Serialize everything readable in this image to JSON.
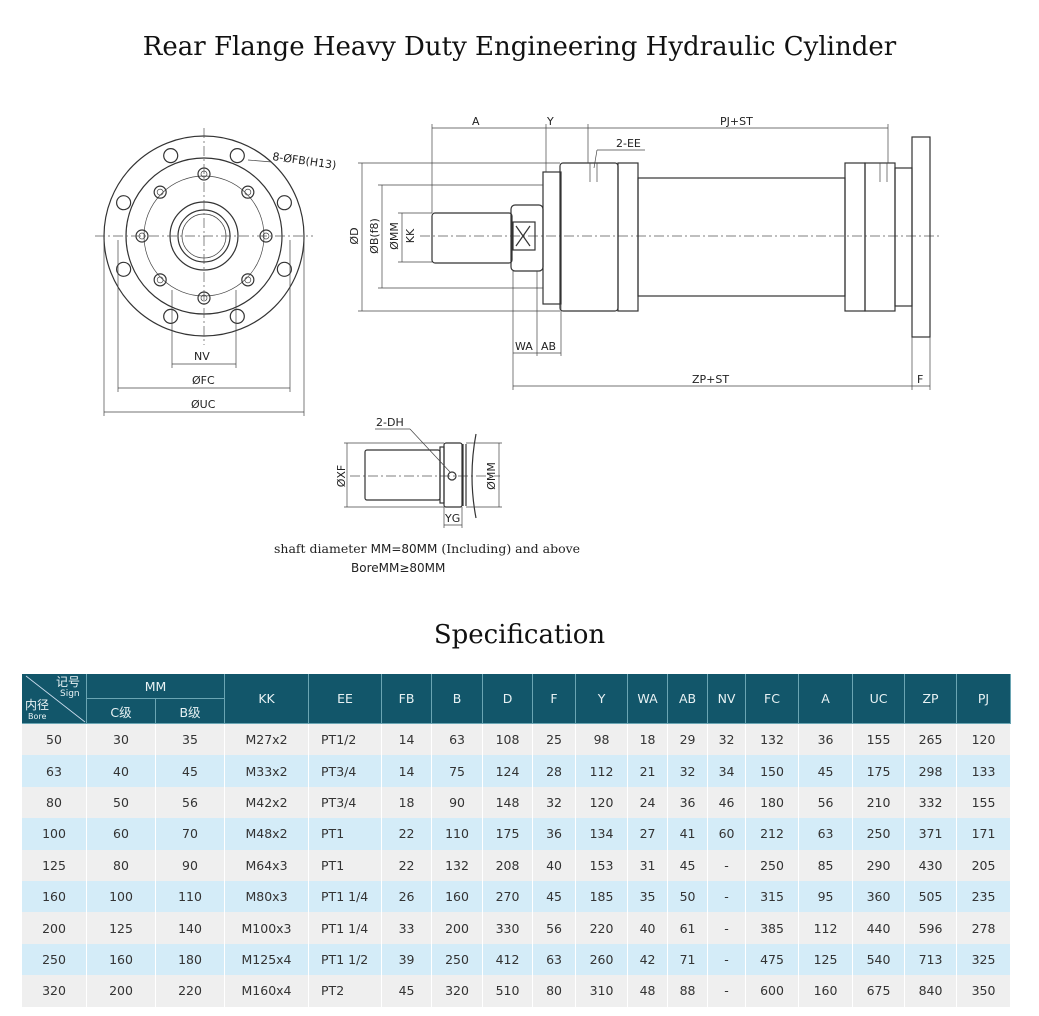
{
  "title": "Rear Flange Heavy Duty Engineering Hydraulic Cylinder",
  "drawing": {
    "front_view": {
      "hole_label": "8-ØFB(H13)",
      "nv": "NV",
      "fc": "ØFC",
      "uc": "ØUC"
    },
    "side_view": {
      "a": "A",
      "y": "Y",
      "pj_st": "PJ+ST",
      "ee": "2-EE",
      "d": "ØD",
      "b": "ØB(f8)",
      "mm": "ØMM",
      "kk": "KK",
      "wa": "WA",
      "ab": "AB",
      "zp_st": "ZP+ST",
      "f": "F"
    },
    "detail_view": {
      "dh": "2-DH",
      "xf": "ØXF",
      "mm": "ØMM",
      "yg": "YG"
    },
    "caption_line1_a": "shaft diameter ",
    "caption_line1_b": "MM=80MM",
    "caption_line1_c": " (Including) and above",
    "caption_line2": "BoreMM≥80MM"
  },
  "spec_title": "Specification",
  "table": {
    "corner": {
      "sign_cn": "记号",
      "sign_en": "Sign",
      "bore_cn": "内径",
      "bore_en": "Bore"
    },
    "mm_group": "MM",
    "mm_sub": [
      "C级",
      "B级"
    ],
    "headers": [
      "KK",
      "EE",
      "FB",
      "B",
      "D",
      "F",
      "Y",
      "WA",
      "AB",
      "NV",
      "FC",
      "A",
      "UC",
      "ZP",
      "PJ"
    ],
    "rows": [
      [
        "50",
        "30",
        "35",
        "M27x2",
        "PT1/2",
        "14",
        "63",
        "108",
        "25",
        "98",
        "18",
        "29",
        "32",
        "132",
        "36",
        "155",
        "265",
        "120"
      ],
      [
        "63",
        "40",
        "45",
        "M33x2",
        "PT3/4",
        "14",
        "75",
        "124",
        "28",
        "112",
        "21",
        "32",
        "34",
        "150",
        "45",
        "175",
        "298",
        "133"
      ],
      [
        "80",
        "50",
        "56",
        "M42x2",
        "PT3/4",
        "18",
        "90",
        "148",
        "32",
        "120",
        "24",
        "36",
        "46",
        "180",
        "56",
        "210",
        "332",
        "155"
      ],
      [
        "100",
        "60",
        "70",
        "M48x2",
        "PT1",
        "22",
        "110",
        "175",
        "36",
        "134",
        "27",
        "41",
        "60",
        "212",
        "63",
        "250",
        "371",
        "171"
      ],
      [
        "125",
        "80",
        "90",
        "M64x3",
        "PT1",
        "22",
        "132",
        "208",
        "40",
        "153",
        "31",
        "45",
        "-",
        "250",
        "85",
        "290",
        "430",
        "205"
      ],
      [
        "160",
        "100",
        "110",
        "M80x3",
        "PT1 1/4",
        "26",
        "160",
        "270",
        "45",
        "185",
        "35",
        "50",
        "-",
        "315",
        "95",
        "360",
        "505",
        "235"
      ],
      [
        "200",
        "125",
        "140",
        "M100x3",
        "PT1 1/4",
        "33",
        "200",
        "330",
        "56",
        "220",
        "40",
        "61",
        "-",
        "385",
        "112",
        "440",
        "596",
        "278"
      ],
      [
        "250",
        "160",
        "180",
        "M125x4",
        "PT1 1/2",
        "39",
        "250",
        "412",
        "63",
        "260",
        "42",
        "71",
        "-",
        "475",
        "125",
        "540",
        "713",
        "325"
      ],
      [
        "320",
        "200",
        "220",
        "M160x4",
        "PT2",
        "45",
        "320",
        "510",
        "80",
        "310",
        "48",
        "88",
        "-",
        "600",
        "160",
        "675",
        "840",
        "350"
      ]
    ]
  },
  "colors": {
    "header_bg": "#12566a",
    "row_odd": "#efefef",
    "row_even": "#d4ecf8"
  }
}
